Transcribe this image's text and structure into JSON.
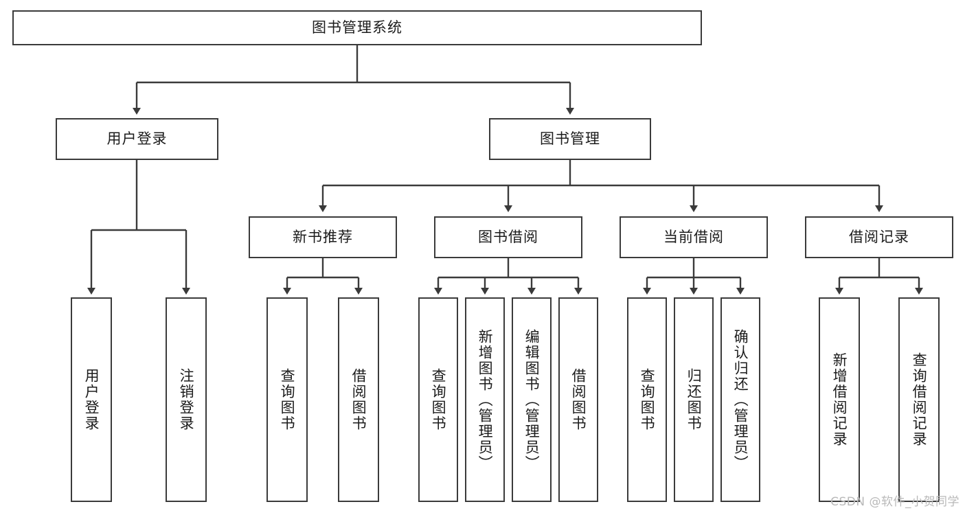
{
  "diagram": {
    "title": "图书管理系统",
    "type": "tree-hierarchy-chart",
    "orientation": "top-down",
    "colors": {
      "box_border": "#3a3a3a",
      "box_fill": "#ffffff",
      "connector": "#3a3a3a",
      "text": "#1b1b1b",
      "watermark": "#b9b9b9",
      "background": "#ffffff"
    }
  },
  "root": {
    "label": "图书管理系统"
  },
  "level2": [
    {
      "label": "用户登录"
    },
    {
      "label": "图书管理"
    }
  ],
  "level3": [
    {
      "label": "新书推荐"
    },
    {
      "label": "图书借阅"
    },
    {
      "label": "当前借阅"
    },
    {
      "label": "借阅记录"
    }
  ],
  "leaves": {
    "user_login": [
      {
        "label": "用户登录"
      },
      {
        "label": "注销登录"
      }
    ],
    "new_book_recommend": [
      {
        "label": "查询图书"
      },
      {
        "label": "借阅图书"
      }
    ],
    "book_borrow": [
      {
        "label": "查询图书"
      },
      {
        "label": "新增图书（管理员）"
      },
      {
        "label": "编辑图书（管理员）"
      },
      {
        "label": "借阅图书"
      }
    ],
    "current_borrow": [
      {
        "label": "查询图书"
      },
      {
        "label": "归还图书"
      },
      {
        "label": "确认归还（管理员）"
      }
    ],
    "borrow_record": [
      {
        "label": "新增借阅记录"
      },
      {
        "label": "查询借阅记录"
      }
    ]
  },
  "watermark": {
    "text": "CSDN @软件_小贺同学"
  }
}
